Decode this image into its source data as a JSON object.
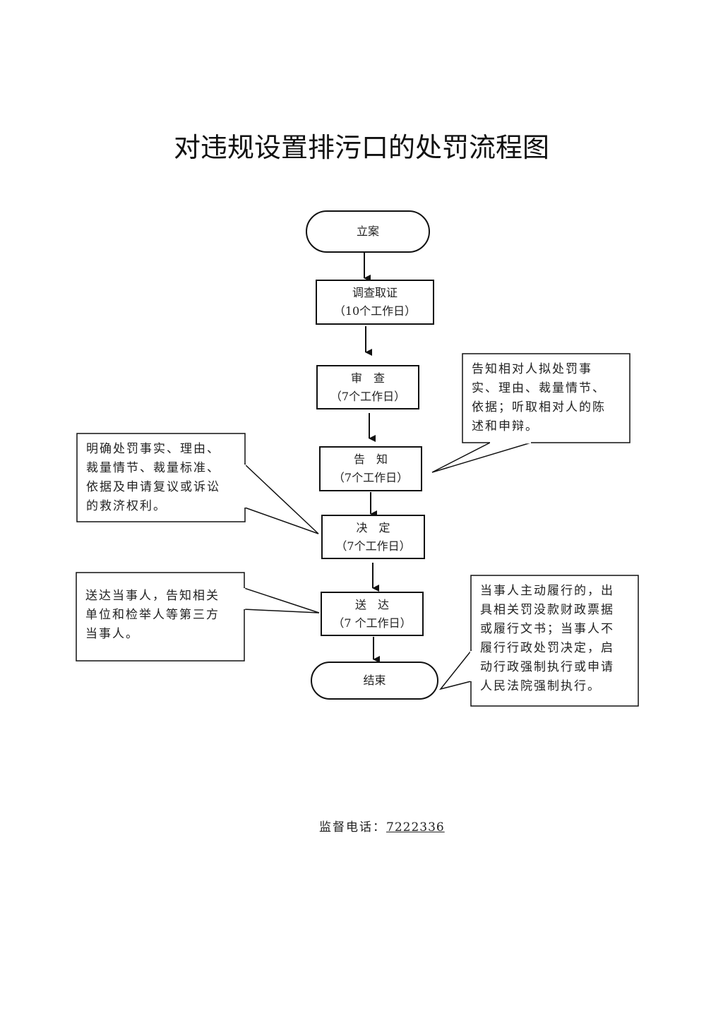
{
  "title": "对违规设置排污口的处罚流程图",
  "nodes": [
    {
      "id": "start",
      "shape": "terminal",
      "label": "立案",
      "duration": ""
    },
    {
      "id": "investigate",
      "shape": "process",
      "label": "调查取证",
      "duration": "（10个工作日）"
    },
    {
      "id": "review",
      "shape": "process",
      "label": "审　查",
      "duration": "（7个工作日）"
    },
    {
      "id": "notify",
      "shape": "process",
      "label": "告　知",
      "duration": "（7个工作日）"
    },
    {
      "id": "decide",
      "shape": "process",
      "label": "决　定",
      "duration": "（7个工作日）"
    },
    {
      "id": "deliver",
      "shape": "process",
      "label": "送　达",
      "duration": "（7 个工作日）"
    },
    {
      "id": "end",
      "shape": "terminal",
      "label": "结束",
      "duration": ""
    }
  ],
  "edges": [
    {
      "from": "start",
      "to": "investigate"
    },
    {
      "from": "investigate",
      "to": "review"
    },
    {
      "from": "review",
      "to": "notify"
    },
    {
      "from": "notify",
      "to": "decide"
    },
    {
      "from": "decide",
      "to": "deliver"
    },
    {
      "from": "deliver",
      "to": "end"
    }
  ],
  "callouts": [
    {
      "id": "notify-note",
      "target": "notify",
      "lines": [
        "告知相对人拟处罚事",
        "实、理由、裁量情节、",
        "依据；听取相对人的陈",
        "述和申辩。"
      ]
    },
    {
      "id": "decide-note",
      "target": "decide",
      "lines": [
        "明确处罚事实、理由、",
        "裁量情节、裁量标准、",
        "依据及申请复议或诉讼",
        "的救济权利。"
      ]
    },
    {
      "id": "deliver-note",
      "target": "deliver",
      "lines": [
        "送达当事人，告知相关",
        "单位和检举人等第三方",
        "当事人。"
      ]
    },
    {
      "id": "end-note",
      "target": "end",
      "lines": [
        "当事人主动履行的，出",
        "具相关罚没款财政票据",
        "或履行文书；当事人不",
        "履行行政处罚决定，启",
        "动行政强制执行或申请",
        "人民法院强制执行。"
      ]
    }
  ],
  "footer": {
    "label": "监督电话：",
    "phone": "7222336"
  }
}
